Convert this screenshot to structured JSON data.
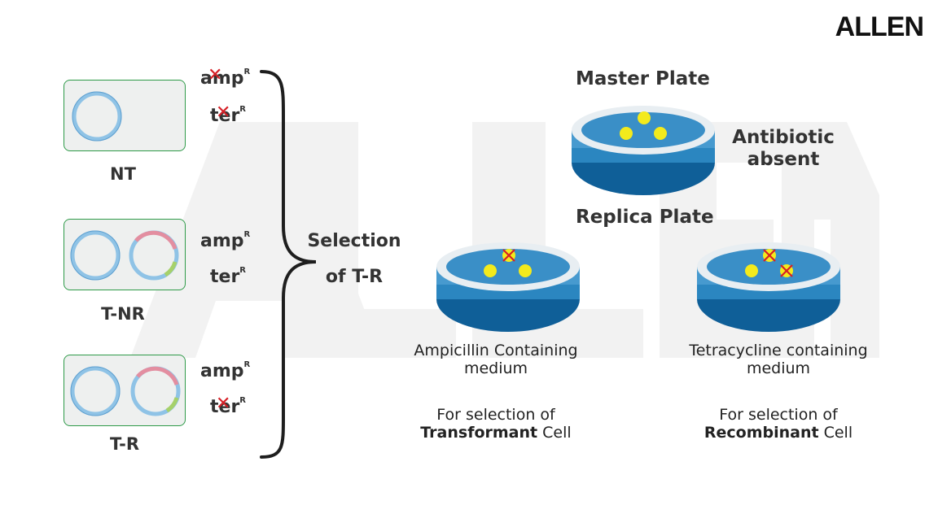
{
  "brand": "ALLEN",
  "cells": [
    {
      "label": "NT",
      "genes": [
        {
          "text": "amp",
          "sup": "R",
          "crossed": true
        },
        {
          "text": "ter",
          "sup": "R",
          "crossed": true
        }
      ]
    },
    {
      "label": "T-NR",
      "genes": [
        {
          "text": "amp",
          "sup": "R",
          "crossed": false
        },
        {
          "text": "ter",
          "sup": "R",
          "crossed": false
        }
      ]
    },
    {
      "label": "T-R",
      "genes": [
        {
          "text": "amp",
          "sup": "R",
          "crossed": false
        },
        {
          "text": "ter",
          "sup": "R",
          "crossed": true
        }
      ]
    }
  ],
  "selection": {
    "line1": "Selection",
    "line2": "of T-R"
  },
  "master_plate": {
    "title": "Master Plate",
    "note_line1": "Antibiotic",
    "note_line2": "absent"
  },
  "replica_plate": {
    "title": "Replica Plate"
  },
  "ampicillin_plate": {
    "medium_line1": "Ampicillin Containing",
    "medium_line2": "medium",
    "for_text": "For selection of",
    "target_bold": "Transformant",
    "target_rest": " Cell"
  },
  "tetracycline_plate": {
    "medium_line1": "Tetracycline containing",
    "medium_line2": "medium",
    "for_text": "For selection of",
    "target_bold": "Recombinant",
    "target_rest": " Cell"
  },
  "colors": {
    "plasmid_blue": "#8fc3e6",
    "recomb_pink": "#e38ea0",
    "box_border": "#2e9a48",
    "box_fill": "#eef0ef",
    "dish_dark": "#0f5f98",
    "dish_mid": "#2b86c0",
    "colony_yellow": "#f3ea1c",
    "cross_red": "#d61f26"
  }
}
